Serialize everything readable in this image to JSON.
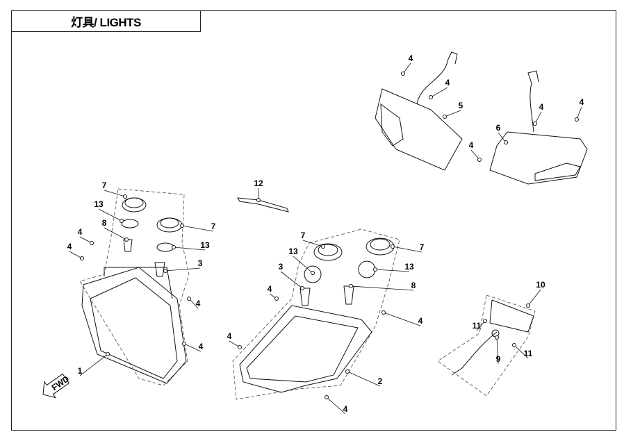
{
  "title": "灯具/ LIGHTS",
  "fwd_label": "FWD",
  "callouts": [
    "4",
    "4",
    "5",
    "4",
    "4",
    "6",
    "4",
    "12",
    "7",
    "13",
    "8",
    "7",
    "4",
    "4",
    "13",
    "3",
    "7",
    "13",
    "3",
    "7",
    "13",
    "8",
    "4",
    "4",
    "4",
    "4",
    "10",
    "11",
    "9",
    "11",
    "1",
    "2",
    "4",
    "4"
  ]
}
